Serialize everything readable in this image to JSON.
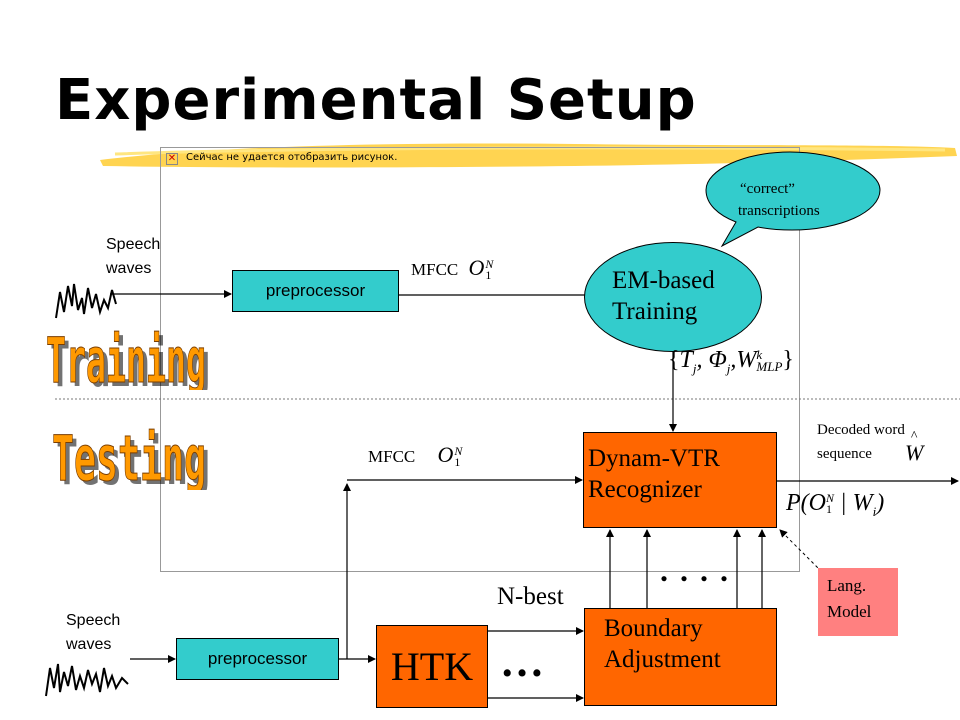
{
  "title": "Experimental Setup",
  "placeholder_text": "Сейчас не удается отобразить рисунок.",
  "training_label": "Training",
  "testing_label": "Testing",
  "speech_waves_top": [
    "Speech",
    "waves"
  ],
  "speech_waves_bottom": [
    "Speech",
    "waves"
  ],
  "preprocessor_top": "preprocessor",
  "preprocessor_bottom": "preprocessor",
  "mfcc_top": "MFCC",
  "mfcc_bottom": "MFCC",
  "em_training": [
    "EM-based",
    "Training"
  ],
  "callout": [
    "“correct”",
    "transcriptions"
  ],
  "recognizer": [
    "Dynam-VTR",
    "Recognizer"
  ],
  "decoded": [
    "Decoded word",
    "sequence"
  ],
  "htk": "HTK",
  "nbest": "N-best",
  "boundary": [
    "Boundary",
    "Adjustment"
  ],
  "lang_model": [
    "Lang.",
    "Model"
  ],
  "dots_horizontal": "…",
  "dots_row": ". . . .",
  "colors": {
    "cyan": "#33cccc",
    "orange": "#ff6600",
    "pink": "#ff8080",
    "yellow_stroke": "#ffcc33",
    "label_orange": "#ff9900"
  }
}
